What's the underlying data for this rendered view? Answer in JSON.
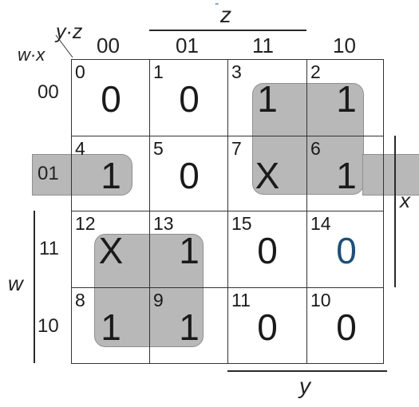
{
  "labels": {
    "corner_top": "y·z",
    "corner_left": "w·x",
    "var_z": "z",
    "var_z_mark": "-",
    "var_x": "x",
    "var_w": "w",
    "var_y": "y"
  },
  "col_headers": [
    "00",
    "01",
    "11",
    "10"
  ],
  "row_headers": [
    "00",
    "01",
    "11",
    "10"
  ],
  "cells": [
    {
      "index": "0",
      "value": "0"
    },
    {
      "index": "1",
      "value": "0"
    },
    {
      "index": "3",
      "value": "1"
    },
    {
      "index": "2",
      "value": "1"
    },
    {
      "index": "4",
      "value": "1"
    },
    {
      "index": "5",
      "value": "0"
    },
    {
      "index": "7",
      "value": "X"
    },
    {
      "index": "6",
      "value": "1"
    },
    {
      "index": "12",
      "value": "X"
    },
    {
      "index": "13",
      "value": "1"
    },
    {
      "index": "15",
      "value": "0"
    },
    {
      "index": "14",
      "value": "0"
    },
    {
      "index": "8",
      "value": "1"
    },
    {
      "index": "9",
      "value": "1"
    },
    {
      "index": "11",
      "value": "0"
    },
    {
      "index": "10",
      "value": "0"
    }
  ],
  "colors": {
    "group_fill": "#b8b8b8",
    "highlight_value": "#1f4e79"
  }
}
